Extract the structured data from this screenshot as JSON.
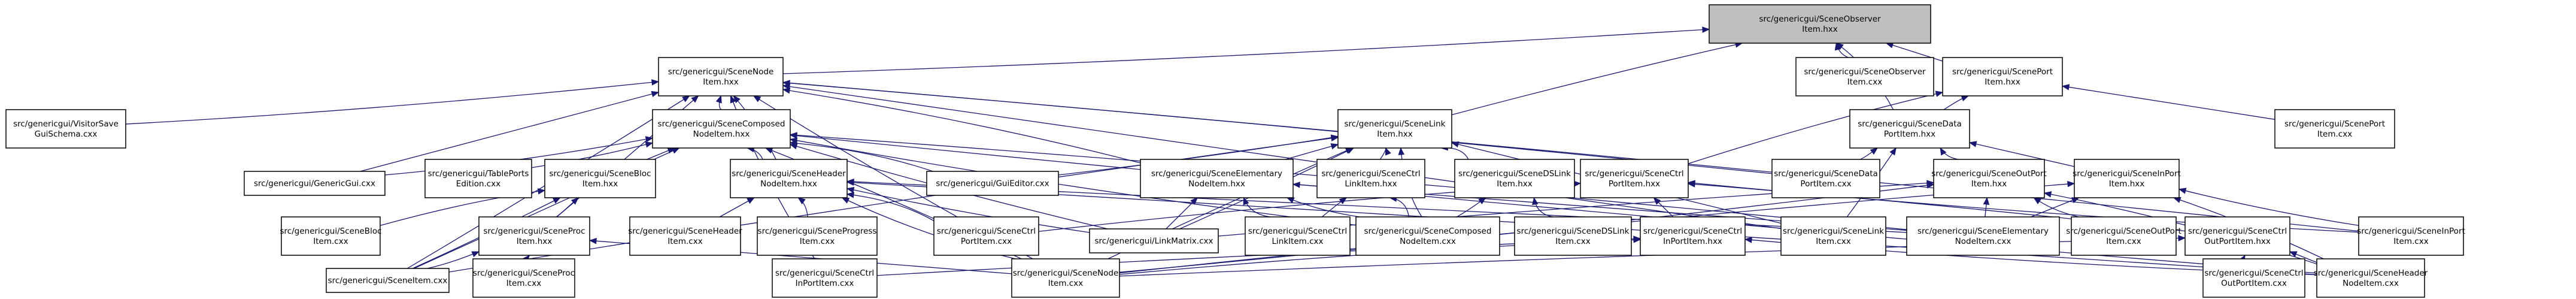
{
  "diagram": {
    "type": "include-dependency-graph",
    "root": "observer_hxx",
    "colors": {
      "edge": "#191970",
      "root_fill": "#bfbfbf",
      "node_fill": "#ffffff",
      "node_border": "#000000"
    },
    "nodes": [
      {
        "id": "observer_hxx",
        "lines": [
          "src/genericgui/SceneObserver",
          "Item.hxx"
        ],
        "root": true
      },
      {
        "id": "nodeitem_hxx",
        "lines": [
          "src/genericgui/SceneNode",
          "Item.hxx"
        ]
      },
      {
        "id": "observer_cxx",
        "lines": [
          "src/genericgui/SceneObserver",
          "Item.cxx"
        ]
      },
      {
        "id": "portitem_hxx",
        "lines": [
          "src/genericgui/ScenePort",
          "Item.hxx"
        ]
      },
      {
        "id": "visitorsave_cxx",
        "lines": [
          "src/genericgui/VisitorSave",
          "GuiSchema.cxx"
        ]
      },
      {
        "id": "composed_hxx",
        "lines": [
          "src/genericgui/SceneComposed",
          "NodeItem.hxx"
        ]
      },
      {
        "id": "linkitem_hxx",
        "lines": [
          "src/genericgui/SceneLink",
          "Item.hxx"
        ]
      },
      {
        "id": "dataport_hxx",
        "lines": [
          "src/genericgui/SceneData",
          "PortItem.hxx"
        ]
      },
      {
        "id": "portitem_cxx",
        "lines": [
          "src/genericgui/ScenePort",
          "Item.cxx"
        ]
      },
      {
        "id": "genericgui_cxx",
        "lines": [
          "src/genericgui/GenericGui.cxx"
        ]
      },
      {
        "id": "tableports_cxx",
        "lines": [
          "src/genericgui/TablePorts",
          "Edition.cxx"
        ]
      },
      {
        "id": "bloc_hxx",
        "lines": [
          "src/genericgui/SceneBloc",
          "Item.hxx"
        ]
      },
      {
        "id": "header_hxx",
        "lines": [
          "src/genericgui/SceneHeader",
          "NodeItem.hxx"
        ]
      },
      {
        "id": "guieditor_cxx",
        "lines": [
          "src/genericgui/GuiEditor.cxx"
        ]
      },
      {
        "id": "elementary_hxx",
        "lines": [
          "src/genericgui/SceneElementary",
          "NodeItem.hxx"
        ]
      },
      {
        "id": "ctrllink_hxx",
        "lines": [
          "src/genericgui/SceneCtrl",
          "LinkItem.hxx"
        ]
      },
      {
        "id": "dslink_hxx",
        "lines": [
          "src/genericgui/SceneDSLink",
          "Item.hxx"
        ]
      },
      {
        "id": "ctrlport_hxx",
        "lines": [
          "src/genericgui/SceneCtrl",
          "PortItem.hxx"
        ]
      },
      {
        "id": "dataport_cxx",
        "lines": [
          "src/genericgui/SceneData",
          "PortItem.cxx"
        ]
      },
      {
        "id": "outport_hxx",
        "lines": [
          "src/genericgui/SceneOutPort",
          "Item.hxx"
        ]
      },
      {
        "id": "inport_hxx",
        "lines": [
          "src/genericgui/SceneInPort",
          "Item.hxx"
        ]
      },
      {
        "id": "bloc_cxx",
        "lines": [
          "src/genericgui/SceneBloc",
          "Item.cxx"
        ]
      },
      {
        "id": "proc_hxx",
        "lines": [
          "src/genericgui/SceneProc",
          "Item.hxx"
        ]
      },
      {
        "id": "headeritem_cxx",
        "lines": [
          "src/genericgui/SceneHeader",
          "Item.cxx"
        ]
      },
      {
        "id": "progress_cxx",
        "lines": [
          "src/genericgui/SceneProgress",
          "Item.cxx"
        ]
      },
      {
        "id": "ctrlport_cxx",
        "lines": [
          "src/genericgui/SceneCtrl",
          "PortItem.cxx"
        ]
      },
      {
        "id": "linkmatrix_cxx",
        "lines": [
          "src/genericgui/LinkMatrix.cxx"
        ]
      },
      {
        "id": "ctrllink_cxx",
        "lines": [
          "src/genericgui/SceneCtrl",
          "LinkItem.cxx"
        ]
      },
      {
        "id": "composed_cxx",
        "lines": [
          "src/genericgui/SceneComposed",
          "NodeItem.cxx"
        ]
      },
      {
        "id": "dslink_cxx",
        "lines": [
          "src/genericgui/SceneDSLink",
          "Item.cxx"
        ]
      },
      {
        "id": "ctrlinport_hxx",
        "lines": [
          "src/genericgui/SceneCtrl",
          "InPortItem.hxx"
        ]
      },
      {
        "id": "linkitem_cxx",
        "lines": [
          "src/genericgui/SceneLink",
          "Item.cxx"
        ]
      },
      {
        "id": "elementary_cxx",
        "lines": [
          "src/genericgui/SceneElementary",
          "NodeItem.cxx"
        ]
      },
      {
        "id": "outport_cxx",
        "lines": [
          "src/genericgui/SceneOutPort",
          "Item.cxx"
        ]
      },
      {
        "id": "ctrloutport_hxx",
        "lines": [
          "src/genericgui/SceneCtrl",
          "OutPortItem.hxx"
        ]
      },
      {
        "id": "inport_cxx",
        "lines": [
          "src/genericgui/SceneInPort",
          "Item.cxx"
        ]
      },
      {
        "id": "sceneitem_cxx",
        "lines": [
          "src/genericgui/SceneItem.cxx"
        ]
      },
      {
        "id": "proc_cxx",
        "lines": [
          "src/genericgui/SceneProc",
          "Item.cxx"
        ]
      },
      {
        "id": "ctrlinport_cxx",
        "lines": [
          "src/genericgui/SceneCtrl",
          "InPortItem.cxx"
        ]
      },
      {
        "id": "nodeitem_cxx",
        "lines": [
          "src/genericgui/SceneNode",
          "Item.cxx"
        ]
      },
      {
        "id": "ctrloutport_cxx",
        "lines": [
          "src/genericgui/SceneCtrl",
          "OutPortItem.cxx"
        ]
      },
      {
        "id": "headernode_cxx",
        "lines": [
          "src/genericgui/SceneHeader",
          "NodeItem.cxx"
        ]
      }
    ],
    "edges": [
      [
        "nodeitem_hxx",
        "observer_hxx"
      ],
      [
        "observer_cxx",
        "observer_hxx"
      ],
      [
        "portitem_hxx",
        "observer_hxx"
      ],
      [
        "linkitem_hxx",
        "observer_hxx"
      ],
      [
        "dataport_hxx",
        "observer_hxx"
      ],
      [
        "visitorsave_cxx",
        "nodeitem_hxx"
      ],
      [
        "composed_hxx",
        "nodeitem_hxx"
      ],
      [
        "genericgui_cxx",
        "nodeitem_hxx"
      ],
      [
        "header_hxx",
        "nodeitem_hxx"
      ],
      [
        "elementary_hxx",
        "nodeitem_hxx"
      ],
      [
        "sceneitem_cxx",
        "nodeitem_hxx"
      ],
      [
        "nodeitem_cxx",
        "nodeitem_hxx"
      ],
      [
        "linkitem_cxx",
        "nodeitem_hxx"
      ],
      [
        "dataport_cxx",
        "nodeitem_hxx"
      ],
      [
        "inport_cxx",
        "nodeitem_hxx"
      ],
      [
        "ctrlinport_cxx",
        "nodeitem_hxx"
      ],
      [
        "proc_hxx",
        "nodeitem_hxx"
      ],
      [
        "portitem_cxx",
        "portitem_hxx"
      ],
      [
        "dataport_hxx",
        "portitem_hxx"
      ],
      [
        "ctrlport_hxx",
        "portitem_hxx"
      ],
      [
        "genericgui_cxx",
        "composed_hxx"
      ],
      [
        "tableports_cxx",
        "composed_hxx"
      ],
      [
        "bloc_hxx",
        "composed_hxx"
      ],
      [
        "header_hxx",
        "composed_hxx"
      ],
      [
        "guieditor_cxx",
        "composed_hxx"
      ],
      [
        "composed_cxx",
        "composed_hxx"
      ],
      [
        "linkmatrix_cxx",
        "composed_hxx"
      ],
      [
        "sceneitem_cxx",
        "composed_hxx"
      ],
      [
        "nodeitem_cxx",
        "composed_hxx"
      ],
      [
        "elementary_cxx",
        "composed_hxx"
      ],
      [
        "headernode_cxx",
        "composed_hxx"
      ],
      [
        "guieditor_cxx",
        "linkitem_hxx"
      ],
      [
        "elementary_hxx",
        "linkitem_hxx"
      ],
      [
        "ctrllink_hxx",
        "linkitem_hxx"
      ],
      [
        "dslink_hxx",
        "linkitem_hxx"
      ],
      [
        "composed_cxx",
        "linkitem_hxx"
      ],
      [
        "linkmatrix_cxx",
        "linkitem_hxx"
      ],
      [
        "linkitem_cxx",
        "linkitem_hxx"
      ],
      [
        "nodeitem_cxx",
        "linkitem_hxx"
      ],
      [
        "sceneitem_cxx",
        "linkitem_hxx"
      ],
      [
        "dataport_cxx",
        "dataport_hxx"
      ],
      [
        "outport_hxx",
        "dataport_hxx"
      ],
      [
        "inport_hxx",
        "dataport_hxx"
      ],
      [
        "linkitem_cxx",
        "dataport_hxx"
      ],
      [
        "bloc_cxx",
        "bloc_hxx"
      ],
      [
        "proc_hxx",
        "bloc_hxx"
      ],
      [
        "sceneitem_cxx",
        "bloc_hxx"
      ],
      [
        "headeritem_cxx",
        "header_hxx"
      ],
      [
        "progress_cxx",
        "header_hxx"
      ],
      [
        "ctrlport_cxx",
        "header_hxx"
      ],
      [
        "nodeitem_cxx",
        "header_hxx"
      ],
      [
        "linkmatrix_cxx",
        "header_hxx"
      ],
      [
        "elementary_cxx",
        "header_hxx"
      ],
      [
        "headernode_cxx",
        "header_hxx"
      ],
      [
        "linkmatrix_cxx",
        "elementary_hxx"
      ],
      [
        "ctrllink_cxx",
        "elementary_hxx"
      ],
      [
        "composed_cxx",
        "elementary_hxx"
      ],
      [
        "elementary_cxx",
        "elementary_hxx"
      ],
      [
        "ctrllink_cxx",
        "ctrllink_hxx"
      ],
      [
        "composed_cxx",
        "ctrllink_hxx"
      ],
      [
        "dslink_cxx",
        "dslink_hxx"
      ],
      [
        "composed_cxx",
        "dslink_hxx"
      ],
      [
        "ctrlinport_hxx",
        "ctrlport_hxx"
      ],
      [
        "ctrloutport_hxx",
        "ctrlport_hxx"
      ],
      [
        "ctrlport_cxx",
        "ctrlport_hxx"
      ],
      [
        "inport_cxx",
        "ctrlport_hxx"
      ],
      [
        "outport_cxx",
        "outport_hxx"
      ],
      [
        "elementary_cxx",
        "outport_hxx"
      ],
      [
        "linkmatrix_cxx",
        "outport_hxx"
      ],
      [
        "headernode_cxx",
        "outport_hxx"
      ],
      [
        "nodeitem_cxx",
        "outport_hxx"
      ],
      [
        "inport_cxx",
        "inport_hxx"
      ],
      [
        "elementary_cxx",
        "inport_hxx"
      ],
      [
        "headernode_cxx",
        "inport_hxx"
      ],
      [
        "nodeitem_cxx",
        "inport_hxx"
      ],
      [
        "proc_cxx",
        "proc_hxx"
      ],
      [
        "sceneitem_cxx",
        "proc_hxx"
      ],
      [
        "nodeitem_cxx",
        "proc_hxx"
      ],
      [
        "ctrlinport_cxx",
        "ctrlinport_hxx"
      ],
      [
        "nodeitem_cxx",
        "ctrlinport_hxx"
      ],
      [
        "headernode_cxx",
        "ctrlinport_hxx"
      ],
      [
        "ctrloutport_cxx",
        "ctrloutport_hxx"
      ],
      [
        "headernode_cxx",
        "ctrloutport_hxx"
      ],
      [
        "nodeitem_cxx",
        "ctrloutport_hxx"
      ]
    ]
  }
}
